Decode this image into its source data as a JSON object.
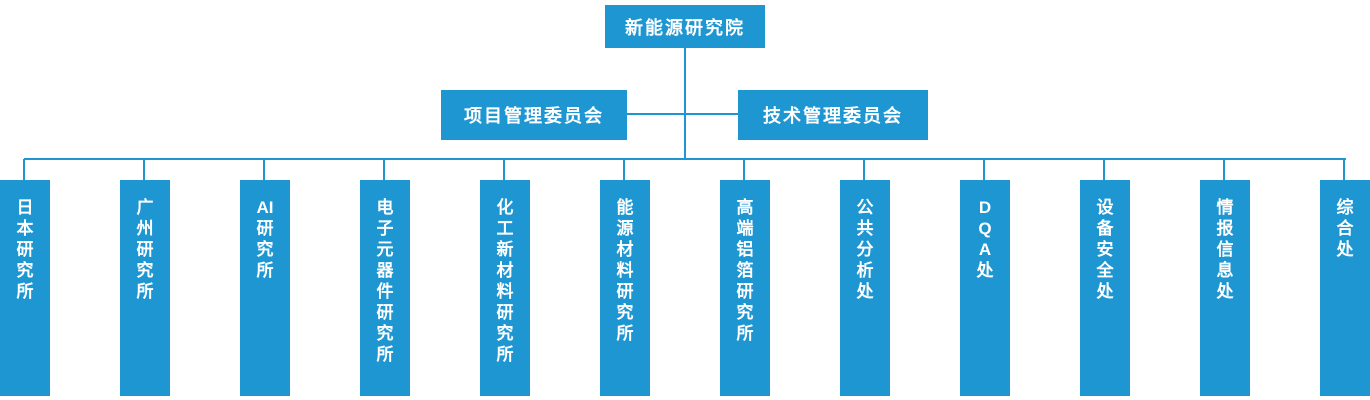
{
  "colors": {
    "node_fill": "#1E96D2",
    "connector": "#1E96D2",
    "node_text": "#FFFFFF",
    "background": "#FFFFFF"
  },
  "root": {
    "label": "新能源研究院"
  },
  "committees": [
    {
      "label": "项目管理委员会"
    },
    {
      "label": "技术管理委员会"
    }
  ],
  "departments": [
    {
      "label": "日本研究所",
      "lines": [
        "日",
        "本",
        "研",
        "究",
        "所"
      ]
    },
    {
      "label": "广州研究所",
      "lines": [
        "广",
        "州",
        "研",
        "究",
        "所"
      ]
    },
    {
      "label": "AI研究所",
      "lines": [
        "AI",
        "研",
        "究",
        "所"
      ]
    },
    {
      "label": "电子元器件研究所",
      "lines": [
        "电",
        "子",
        "元",
        "器",
        "件",
        "研",
        "究",
        "所"
      ]
    },
    {
      "label": "化工新材料研究所",
      "lines": [
        "化",
        "工",
        "新",
        "材",
        "料",
        "研",
        "究",
        "所"
      ]
    },
    {
      "label": "能源材料研究所",
      "lines": [
        "能",
        "源",
        "材",
        "料",
        "研",
        "究",
        "所"
      ]
    },
    {
      "label": "高端铝箔研究所",
      "lines": [
        "高",
        "端",
        "铝",
        "箔",
        "研",
        "究",
        "所"
      ]
    },
    {
      "label": "公共分析处",
      "lines": [
        "公",
        "共",
        "分",
        "析",
        "处"
      ]
    },
    {
      "label": "DQA处",
      "lines": [
        "D",
        "Q",
        "A",
        "处"
      ]
    },
    {
      "label": "设备安全处",
      "lines": [
        "设",
        "备",
        "安",
        "全",
        "处"
      ]
    },
    {
      "label": "情报信息处",
      "lines": [
        "情",
        "报",
        "信",
        "息",
        "处"
      ]
    },
    {
      "label": "综合处",
      "lines": [
        "综",
        "合",
        "处"
      ]
    }
  ]
}
